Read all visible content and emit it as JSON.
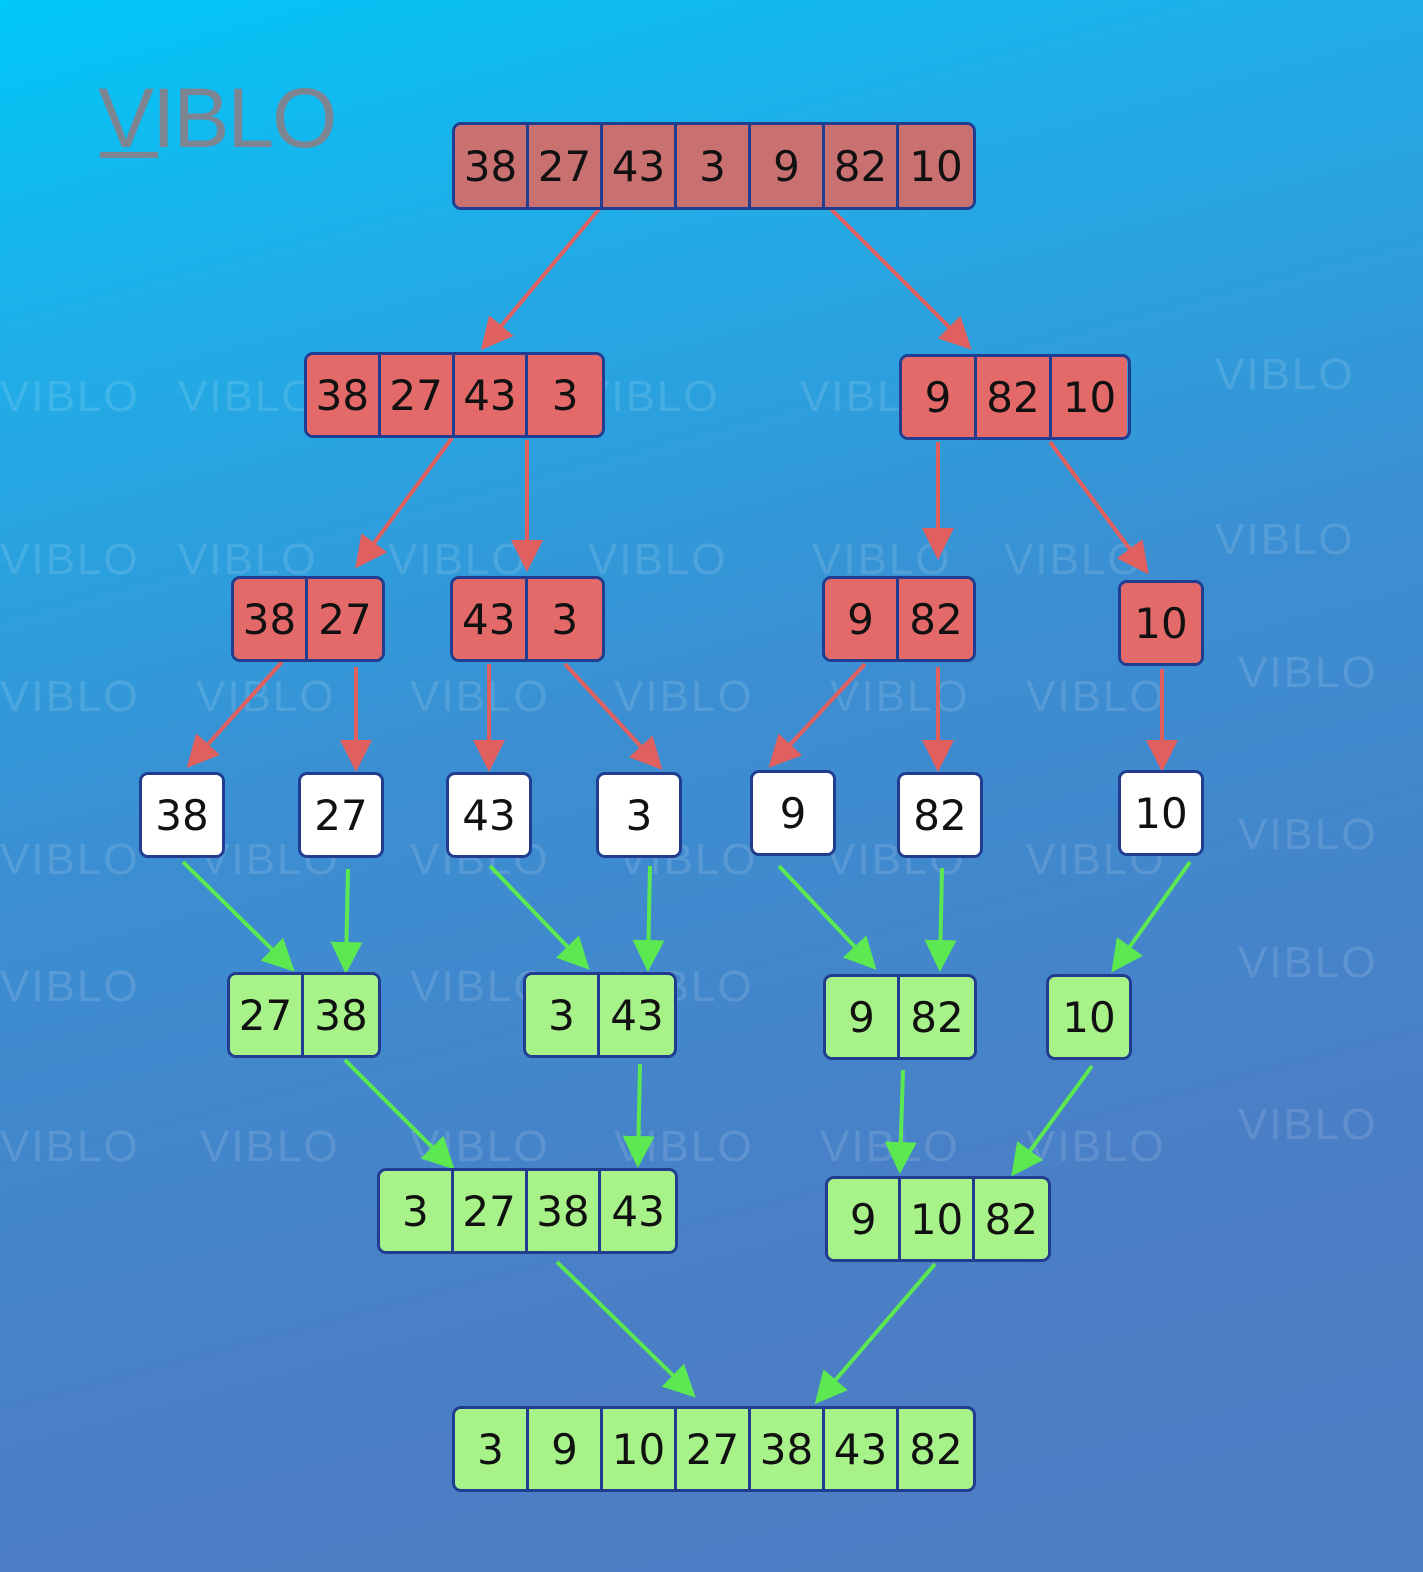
{
  "logo": {
    "text": "VIBLO"
  },
  "watermark_text": "VIBLO",
  "colors": {
    "split_arrow": "#e06060",
    "merge_arrow": "#5ce850",
    "box_border": "#223d8f",
    "root_fill": "#c97070",
    "split_fill": "#e46a6a",
    "merge_fill": "#a8f28a",
    "leaf_fill": "#ffffff"
  },
  "levels": {
    "root": [
      [
        "38",
        "27",
        "43",
        "3",
        "9",
        "82",
        "10"
      ]
    ],
    "split1": [
      [
        "38",
        "27",
        "43",
        "3"
      ],
      [
        "9",
        "82",
        "10"
      ]
    ],
    "split2": [
      [
        "38",
        "27"
      ],
      [
        "43",
        "3"
      ],
      [
        "9",
        "82"
      ],
      [
        "10"
      ]
    ],
    "leaves": [
      [
        "38"
      ],
      [
        "27"
      ],
      [
        "43"
      ],
      [
        "3"
      ],
      [
        "9"
      ],
      [
        "82"
      ],
      [
        "10"
      ]
    ],
    "merge1": [
      [
        "27",
        "38"
      ],
      [
        "3",
        "43"
      ],
      [
        "9",
        "82"
      ],
      [
        "10"
      ]
    ],
    "merge2": [
      [
        "3",
        "27",
        "38",
        "43"
      ],
      [
        "9",
        "10",
        "82"
      ]
    ],
    "result": [
      [
        "3",
        "9",
        "10",
        "27",
        "38",
        "43",
        "82"
      ]
    ]
  }
}
